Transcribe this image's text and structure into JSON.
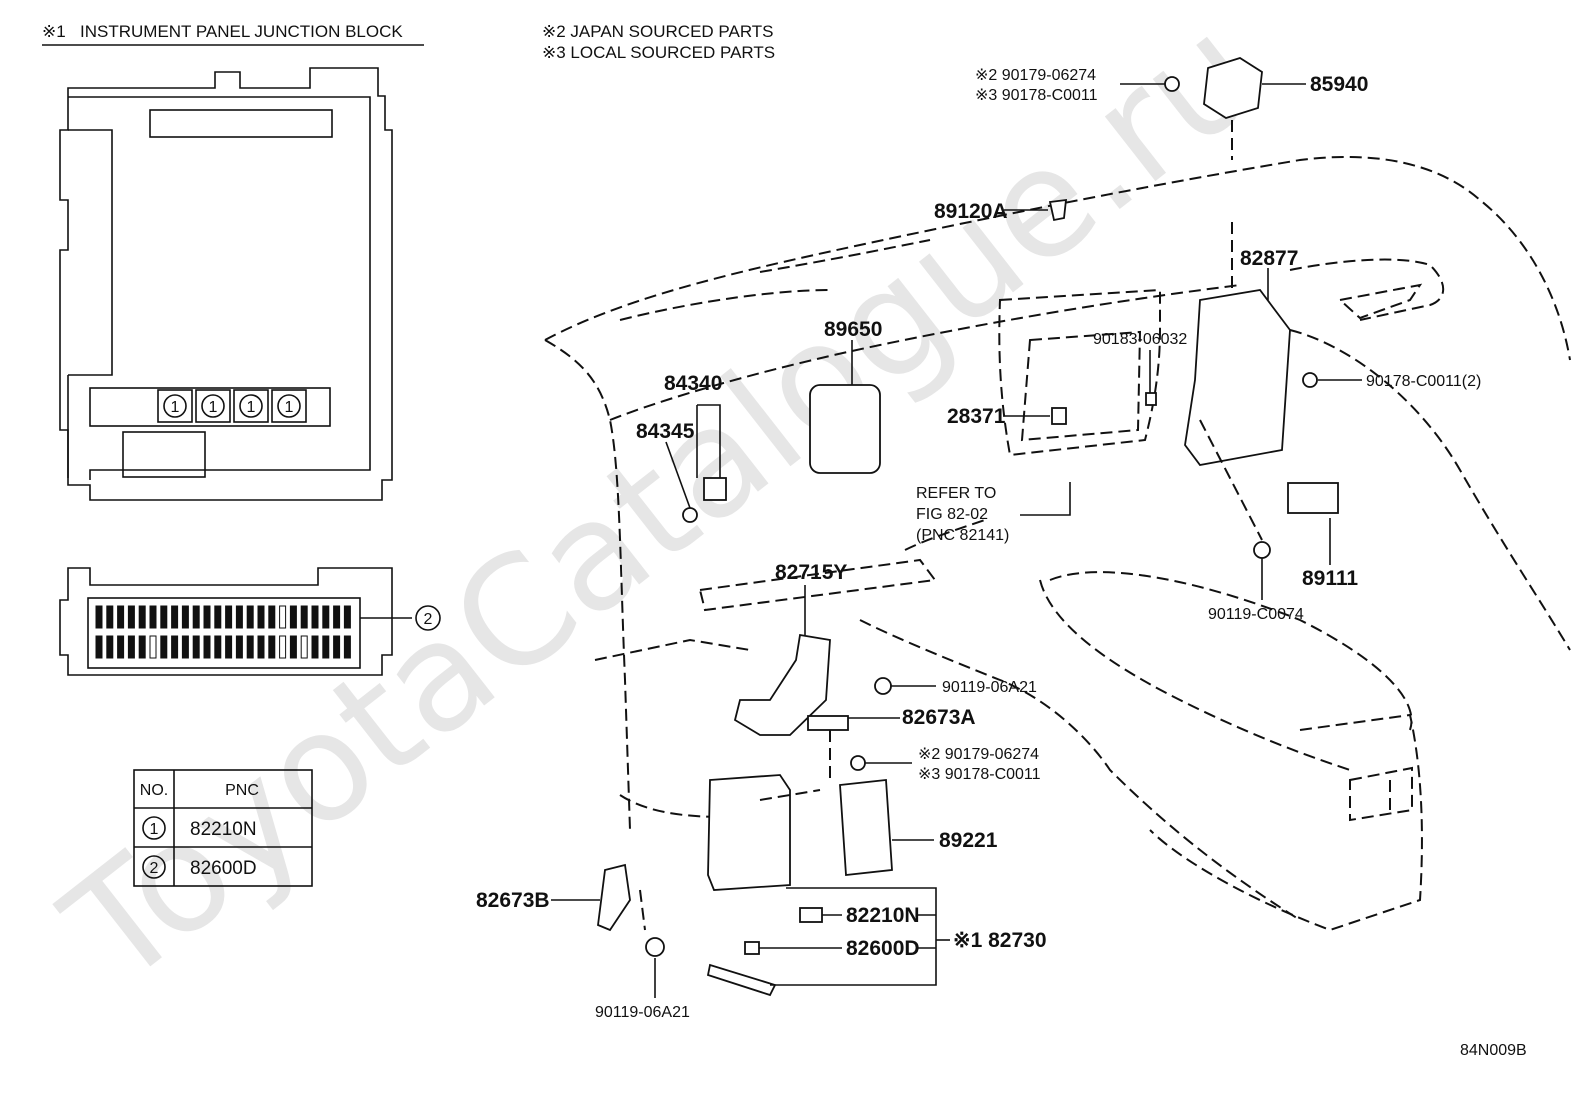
{
  "header": {
    "note1_mark": "※1",
    "note1_text": "INSTRUMENT PANEL JUNCTION BLOCK",
    "note2": "※2 JAPAN SOURCED PARTS",
    "note3": "※3 LOCAL SOURCED PARTS"
  },
  "watermark": "ToyotaCatalogue.ru",
  "junction_block": {
    "socket_labels": [
      "1",
      "1",
      "1",
      "1"
    ],
    "connector_callout": "2"
  },
  "pnc_table": {
    "headers": [
      "NO.",
      "PNC"
    ],
    "rows": [
      {
        "no": "1",
        "pnc": "82210N"
      },
      {
        "no": "2",
        "pnc": "82600D"
      }
    ]
  },
  "parts": {
    "p85940": "85940",
    "p90179_06274_top": "※2 90179-06274",
    "p90178_C0011_top": "※3 90178-C0011",
    "p89120A": "89120A",
    "p82877": "82877",
    "p89650": "89650",
    "p84340": "84340",
    "p84345": "84345",
    "p28371": "28371",
    "p90183_06032": "90183-06032",
    "p90178_C0011_2": "90178-C0011(2)",
    "refer_line1": "REFER TO",
    "refer_line2": "FIG 82-02",
    "refer_line3": "(PNC 82141)",
    "p89111": "89111",
    "p90119_C0074": "90119-C0074",
    "p82715Y": "82715Y",
    "p90119_06A21_mid": "90119-06A21",
    "p82673A": "82673A",
    "p90179_06274_mid": "※2 90179-06274",
    "p90178_C0011_mid": "※3 90178-C0011",
    "p89221": "89221",
    "p82673B": "82673B",
    "p82210N": "82210N",
    "p82600D": "82600D",
    "p82730": "※1 82730",
    "p90119_06A21_bot": "90119-06A21"
  },
  "footer": {
    "code": "84N009B"
  }
}
